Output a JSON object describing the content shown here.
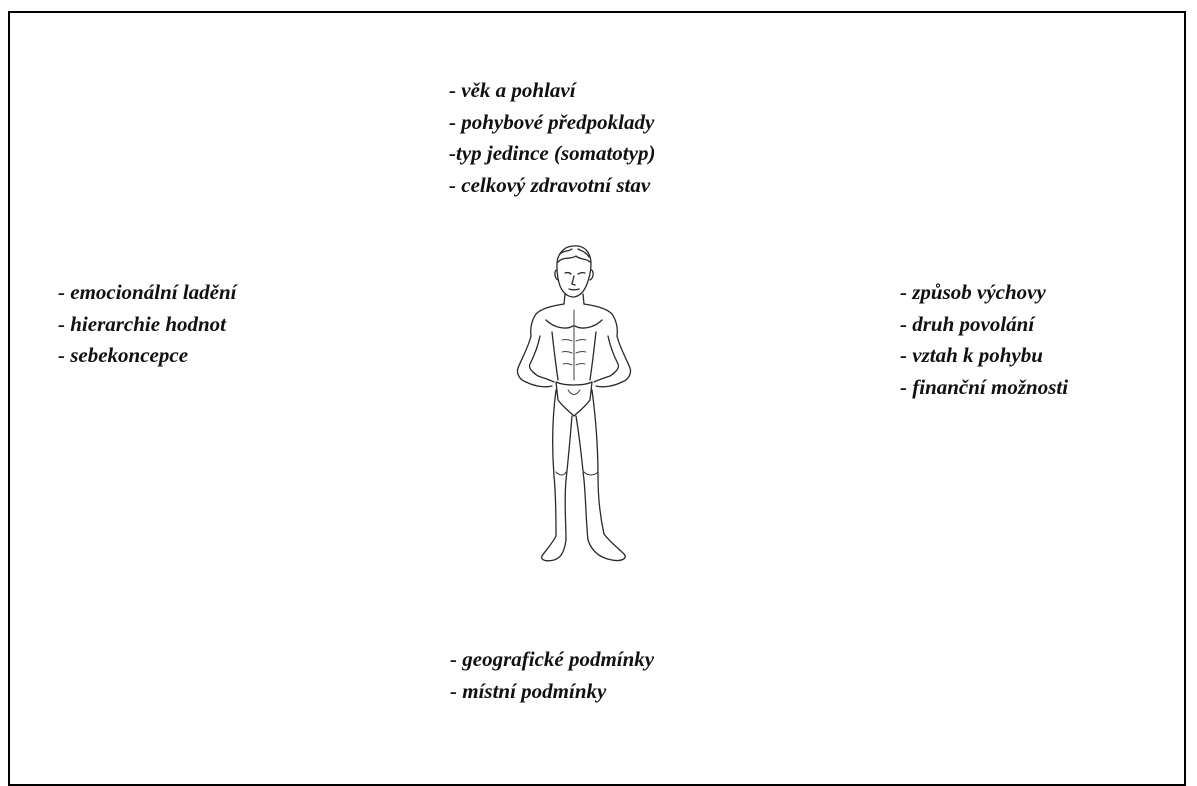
{
  "diagram": {
    "top_factors": [
      "- věk a pohlaví",
      "- pohybové předpoklady",
      "-typ jedince (somatotyp)",
      "- celkový zdravotní stav"
    ],
    "left_factors": [
      "- emocionální ladění",
      "- hierarchie hodnot",
      "- sebekoncepce"
    ],
    "right_factors": [
      "- způsob výchovy",
      "- druh povolání",
      "- vztah k pohybu",
      "- finanční možnosti"
    ],
    "bottom_factors": [
      "- geografické podmínky",
      "- místní podmínky"
    ],
    "center_figure": "human-figure"
  }
}
